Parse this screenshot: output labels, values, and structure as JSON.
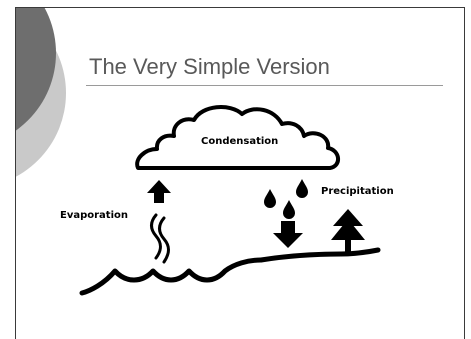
{
  "slide": {
    "title": "The Very Simple Version"
  },
  "diagram": {
    "labels": {
      "condensation": "Condensation",
      "evaporation": "Evaporation",
      "precipitation": "Precipitation"
    },
    "icons": [
      "cloud-icon",
      "up-arrow-icon",
      "steam-icon",
      "raindrop-icon",
      "down-arrow-icon",
      "tree-icon",
      "water-wave-icon",
      "ground-icon"
    ]
  }
}
